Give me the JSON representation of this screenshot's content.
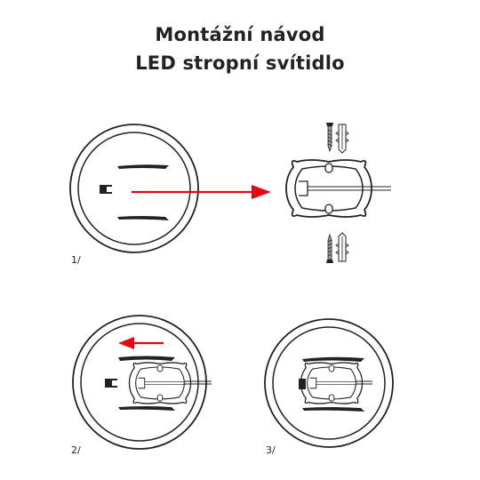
{
  "title_lines": [
    "Montážní návod",
    "LED stropní svítidlo"
  ],
  "steps": [
    {
      "label": "1/"
    },
    {
      "label": "2/"
    },
    {
      "label": "3/"
    }
  ],
  "colors": {
    "arrow": "#e30613",
    "line": "#222222",
    "screw_gray": "#9e9e9e"
  }
}
